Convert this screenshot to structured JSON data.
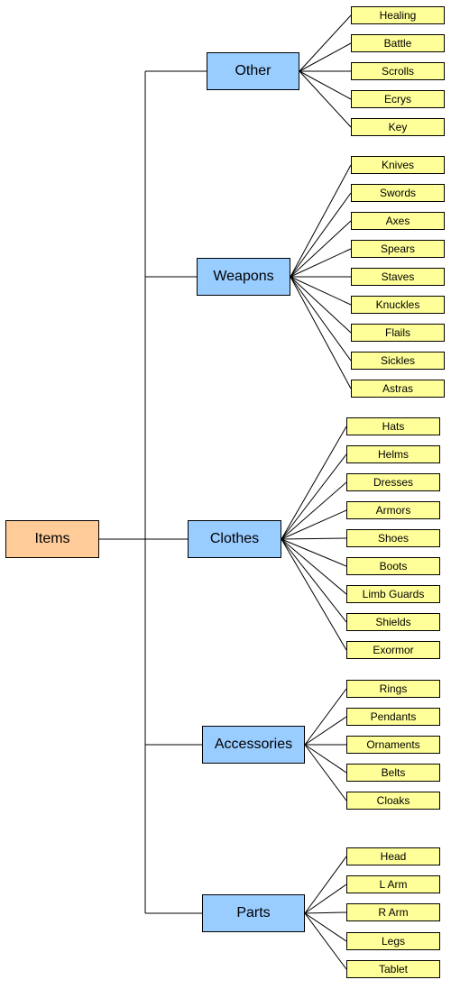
{
  "colors": {
    "root": "#ffcc99",
    "category": "#99ccff",
    "leaf": "#ffff99",
    "line": "#000000"
  },
  "root": {
    "label": "Items"
  },
  "categories": [
    {
      "label": "Other",
      "items": [
        "Healing",
        "Battle",
        "Scrolls",
        "Ecrys",
        "Key"
      ]
    },
    {
      "label": "Weapons",
      "items": [
        "Knives",
        "Swords",
        "Axes",
        "Spears",
        "Staves",
        "Knuckles",
        "Flails",
        "Sickles",
        "Astras"
      ]
    },
    {
      "label": "Clothes",
      "items": [
        "Hats",
        "Helms",
        "Dresses",
        "Armors",
        "Shoes",
        "Boots",
        "Limb Guards",
        "Shields",
        "Exormor"
      ]
    },
    {
      "label": "Accessories",
      "items": [
        "Rings",
        "Pendants",
        "Ornaments",
        "Belts",
        "Cloaks"
      ]
    },
    {
      "label": "Parts",
      "items": [
        "Head",
        "L Arm",
        "R Arm",
        "Legs",
        "Tablet"
      ]
    }
  ]
}
